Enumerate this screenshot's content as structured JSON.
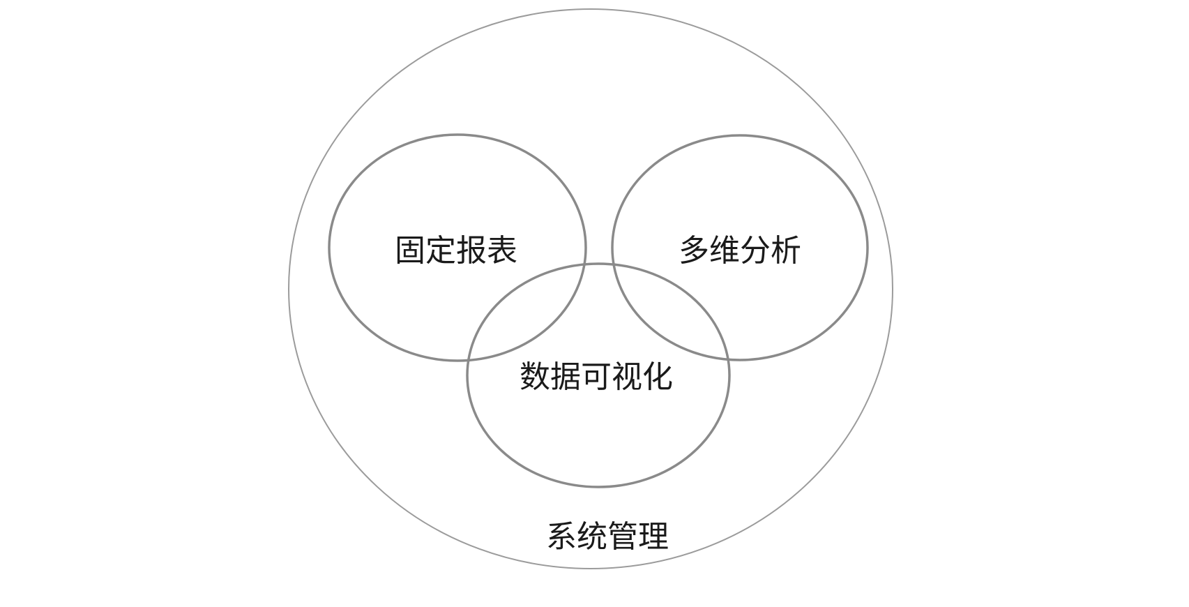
{
  "diagram": {
    "type": "venn-euler",
    "title": "",
    "outer": {
      "label": "系统管理"
    },
    "circles": [
      {
        "label": "固定报表",
        "position": "top-left"
      },
      {
        "label": "多维分析",
        "position": "top-right"
      },
      {
        "label": "数据可视化",
        "position": "bottom-center"
      }
    ],
    "colors": {
      "background": "#ffffff",
      "outer_stroke": "#9b9b9b",
      "inner_stroke": "#8a8a8a",
      "text": "#1a1a1a"
    }
  }
}
